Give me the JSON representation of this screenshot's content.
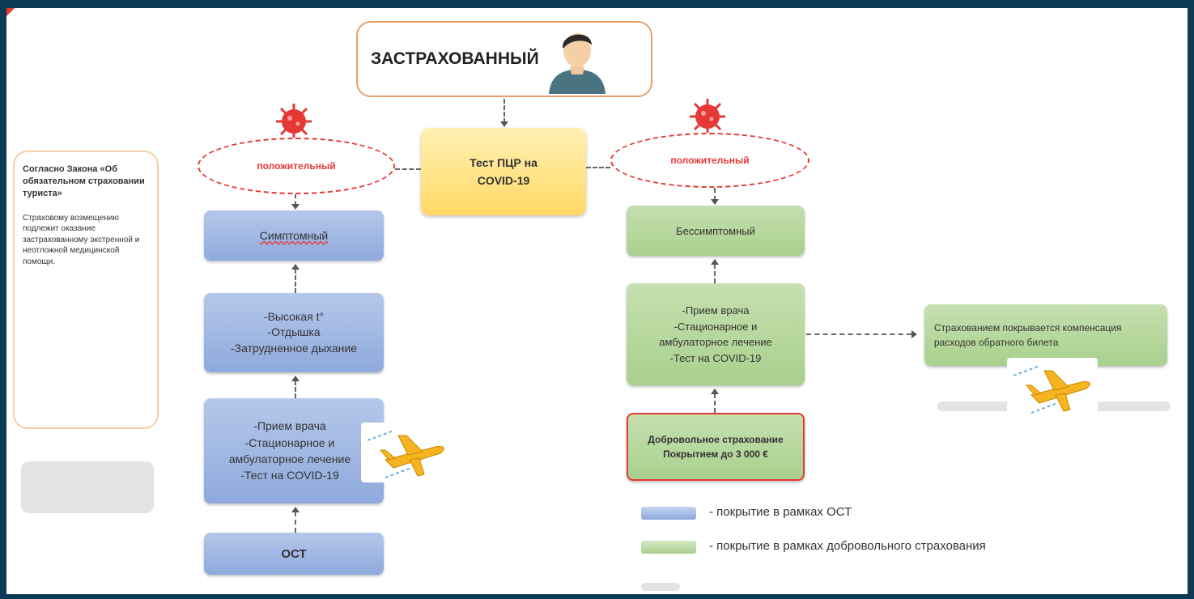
{
  "insured_label": "ЗАСТРАХОВАННЫЙ",
  "test_box": "Тест ПЦР на COVID-19",
  "positive_left": "положительный",
  "positive_right": "положительный",
  "symptomatic": "Симптомный",
  "symptoms": [
    "-Высокая t°",
    "-Отдышка",
    "-Затрудненное дыхание"
  ],
  "ost_services": [
    "-Прием врача",
    "-Стационарное и амбулаторное лечение",
    "-Тест на COVID-19"
  ],
  "ost": "ОСТ",
  "asymptomatic": "Бессимптомный",
  "voluntary_services": [
    "-Прием врача",
    "-Стационарное и амбулаторное лечение",
    "-Тест на COVID-19"
  ],
  "voluntary_box": {
    "line1": "Добровольное страхование",
    "line2": "Покрытием до 3 000 €"
  },
  "compensation": "Страхованием покрывается компенсация расходов обратного билета",
  "side_note": {
    "title": "Согласно Закона «Об обязательном страховании туриста»",
    "body": "Страховому возмещению подлежит оказание застрахованному экстренной и неотложной медицинской помощи."
  },
  "legend": [
    {
      "text": "- покрытие в рамках ОСТ",
      "color": "#9db5e0"
    },
    {
      "text": "- покрытие в рамках добровольного страхования",
      "color": "#a8d08d"
    }
  ],
  "colors": {
    "border": "#0d3a55",
    "dash": "#e53935",
    "ost_fill": "#8ea9dc",
    "vol_fill": "#a8d08d",
    "test_fill": "#ffd966"
  }
}
